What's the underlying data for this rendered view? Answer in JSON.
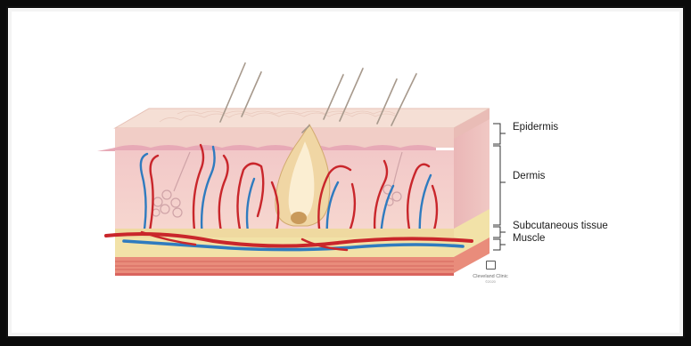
{
  "labels": {
    "epidermis": "Epidermis",
    "dermis": "Dermis",
    "subcutaneous": "Subcutaneous tissue",
    "muscle": "Muscle"
  },
  "logo": {
    "name": "Cleveland Clinic",
    "copyright": "©2020"
  },
  "colors": {
    "frame": "#0b0b0b",
    "epidermis": "#f3d6cc",
    "dermis": "#f2c2c2",
    "fat": "#f2e2a8",
    "muscle": "#d9645e",
    "artery": "#c9262b",
    "vein": "#2f7bbf"
  }
}
